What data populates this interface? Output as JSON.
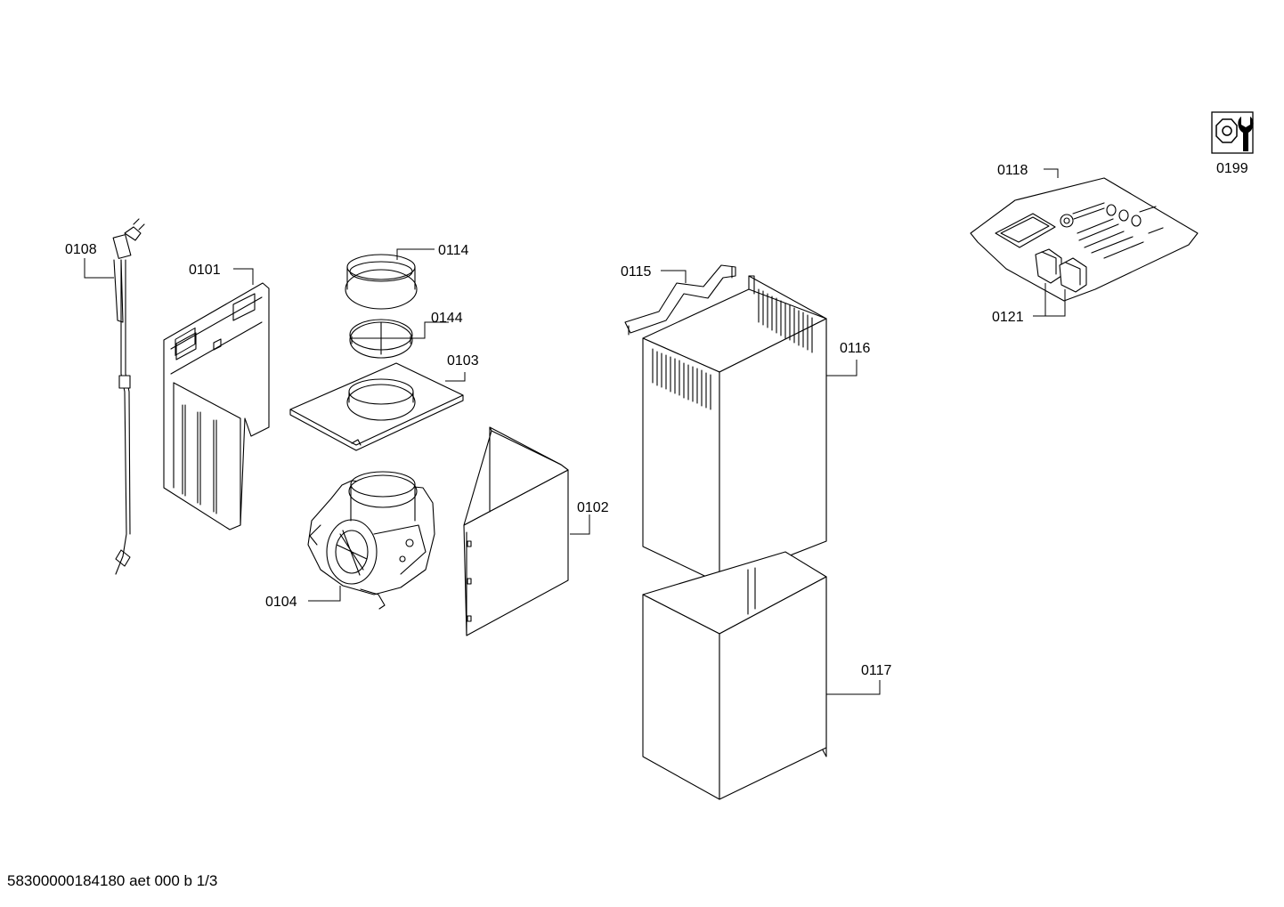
{
  "labels": {
    "p0108": "0108",
    "p0101": "0101",
    "p0114": "0114",
    "p0144": "0144",
    "p0103": "0103",
    "p0104": "0104",
    "p0102": "0102",
    "p0115": "0115",
    "p0116": "0116",
    "p0117": "0117",
    "p0118": "0118",
    "p0121": "0121",
    "p0199": "0199"
  },
  "footer": "58300000184180 aet 000 b 1/3",
  "icons": {
    "tools": "wrench-nut-icon"
  }
}
